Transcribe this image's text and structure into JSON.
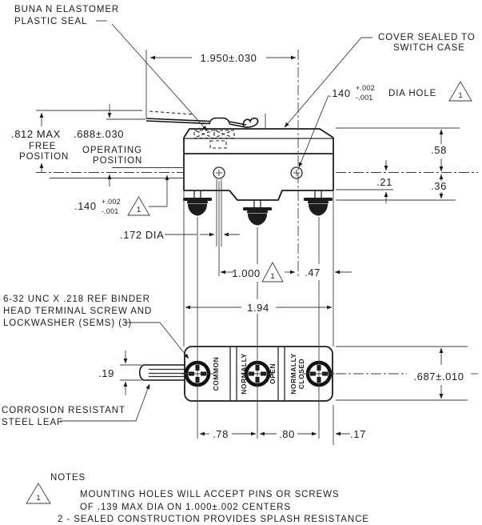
{
  "drawing": {
    "callouts": {
      "buna": {
        "line1": "BUNA N ELASTOMER",
        "line2": "PLASTIC SEAL"
      },
      "cover": {
        "line1": "COVER SEALED TO",
        "line2": "SWITCH CASE"
      },
      "hole_top": {
        "value": ".140",
        "tol_plus": "+.002",
        "tol_minus": "-.001",
        "suffix": "DIA HOLE",
        "flag": "1"
      },
      "hole_left": {
        "value": ".140",
        "tol_plus": "+.002",
        "tol_minus": "-.001",
        "flag": "1"
      },
      "screw_note": {
        "line1": "6-32 UNC X .218 REF BINDER",
        "line2": "HEAD TERMINAL SCREW AND",
        "line3": "LOCKWASHER (SEMS) (3)"
      },
      "leaf_note": {
        "line1": "CORROSION RESISTANT",
        "line2": "STEEL LEAF"
      }
    },
    "dimensions": {
      "top_width": "1.950±.030",
      "free_position": {
        "value": ".812 MAX",
        "line1": "FREE",
        "line2": "POSITION"
      },
      "operating_position": {
        "value": ".688±.030",
        "line1": "OPERATING",
        "line2": "POSITION"
      },
      "hole_dia": ".172 DIA",
      "hole_centers": {
        "value": "1.000",
        "flag": "1"
      },
      "edge_offset": ".47",
      "body_width": "1.94",
      "top_to_center": ".58",
      "center_to_base": ".21",
      "base_band": ".36",
      "leaf_width": ".19",
      "block_height": ".687±.010",
      "term_spacing_1": ".78",
      "term_spacing_2": ".80",
      "term_edge": ".17"
    },
    "terminals": {
      "labels": [
        "COMMON",
        "NORMALLY",
        "OPEN",
        "NORMALLY",
        "CLOSED"
      ]
    },
    "notes": {
      "title": "NOTES",
      "flag": "1",
      "note1_line1": "MOUNTING HOLES WILL ACCEPT PINS OR SCREWS",
      "note1_line2": "OF .139 MAX DIA ON 1.000±.002 CENTERS",
      "note2": "2 - SEALED CONSTRUCTION PROVIDES SPLASH RESISTANCE"
    },
    "colors": {
      "ink": "#1c1c1c",
      "paper": "#ffffff"
    }
  }
}
